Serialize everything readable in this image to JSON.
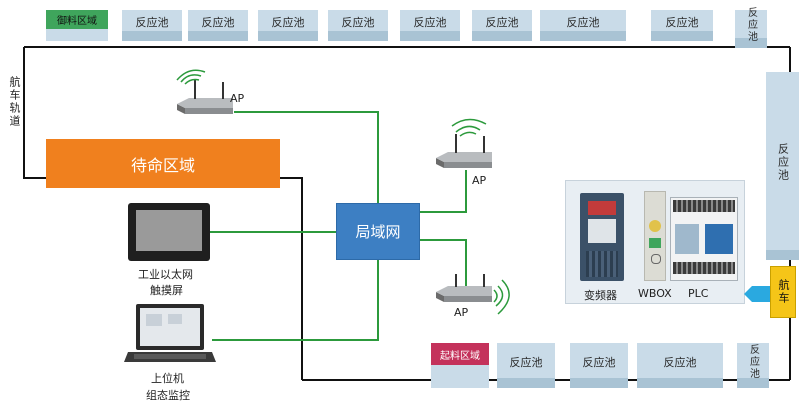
{
  "track": {
    "top_start_zone": "御料区域",
    "bottom_start_zone": "起料区域",
    "tank_label": "反应池",
    "track_label": "航车轨道",
    "car_label": "航车"
  },
  "standby": {
    "label": "待命区域"
  },
  "lan": {
    "label": "局域网"
  },
  "ap": {
    "label_1": "AP",
    "label_2": "AP",
    "label_3": "AP"
  },
  "touchscreen": {
    "line1": "工业以太网",
    "line2": "触摸屏"
  },
  "pc": {
    "line1": "上位机",
    "line2": "组态监控"
  },
  "controls": {
    "vfd": "变频器",
    "wbox": "WBOX",
    "plc": "PLC"
  },
  "colors": {
    "zone_green": "#3fa55c",
    "zone_red": "#c4325b",
    "standby_orange": "#f0801e",
    "lan_blue": "#3d7fc3",
    "network_green": "#2c9a3c",
    "car_yellow": "#f5c518",
    "tank": "#c9dbe8"
  }
}
